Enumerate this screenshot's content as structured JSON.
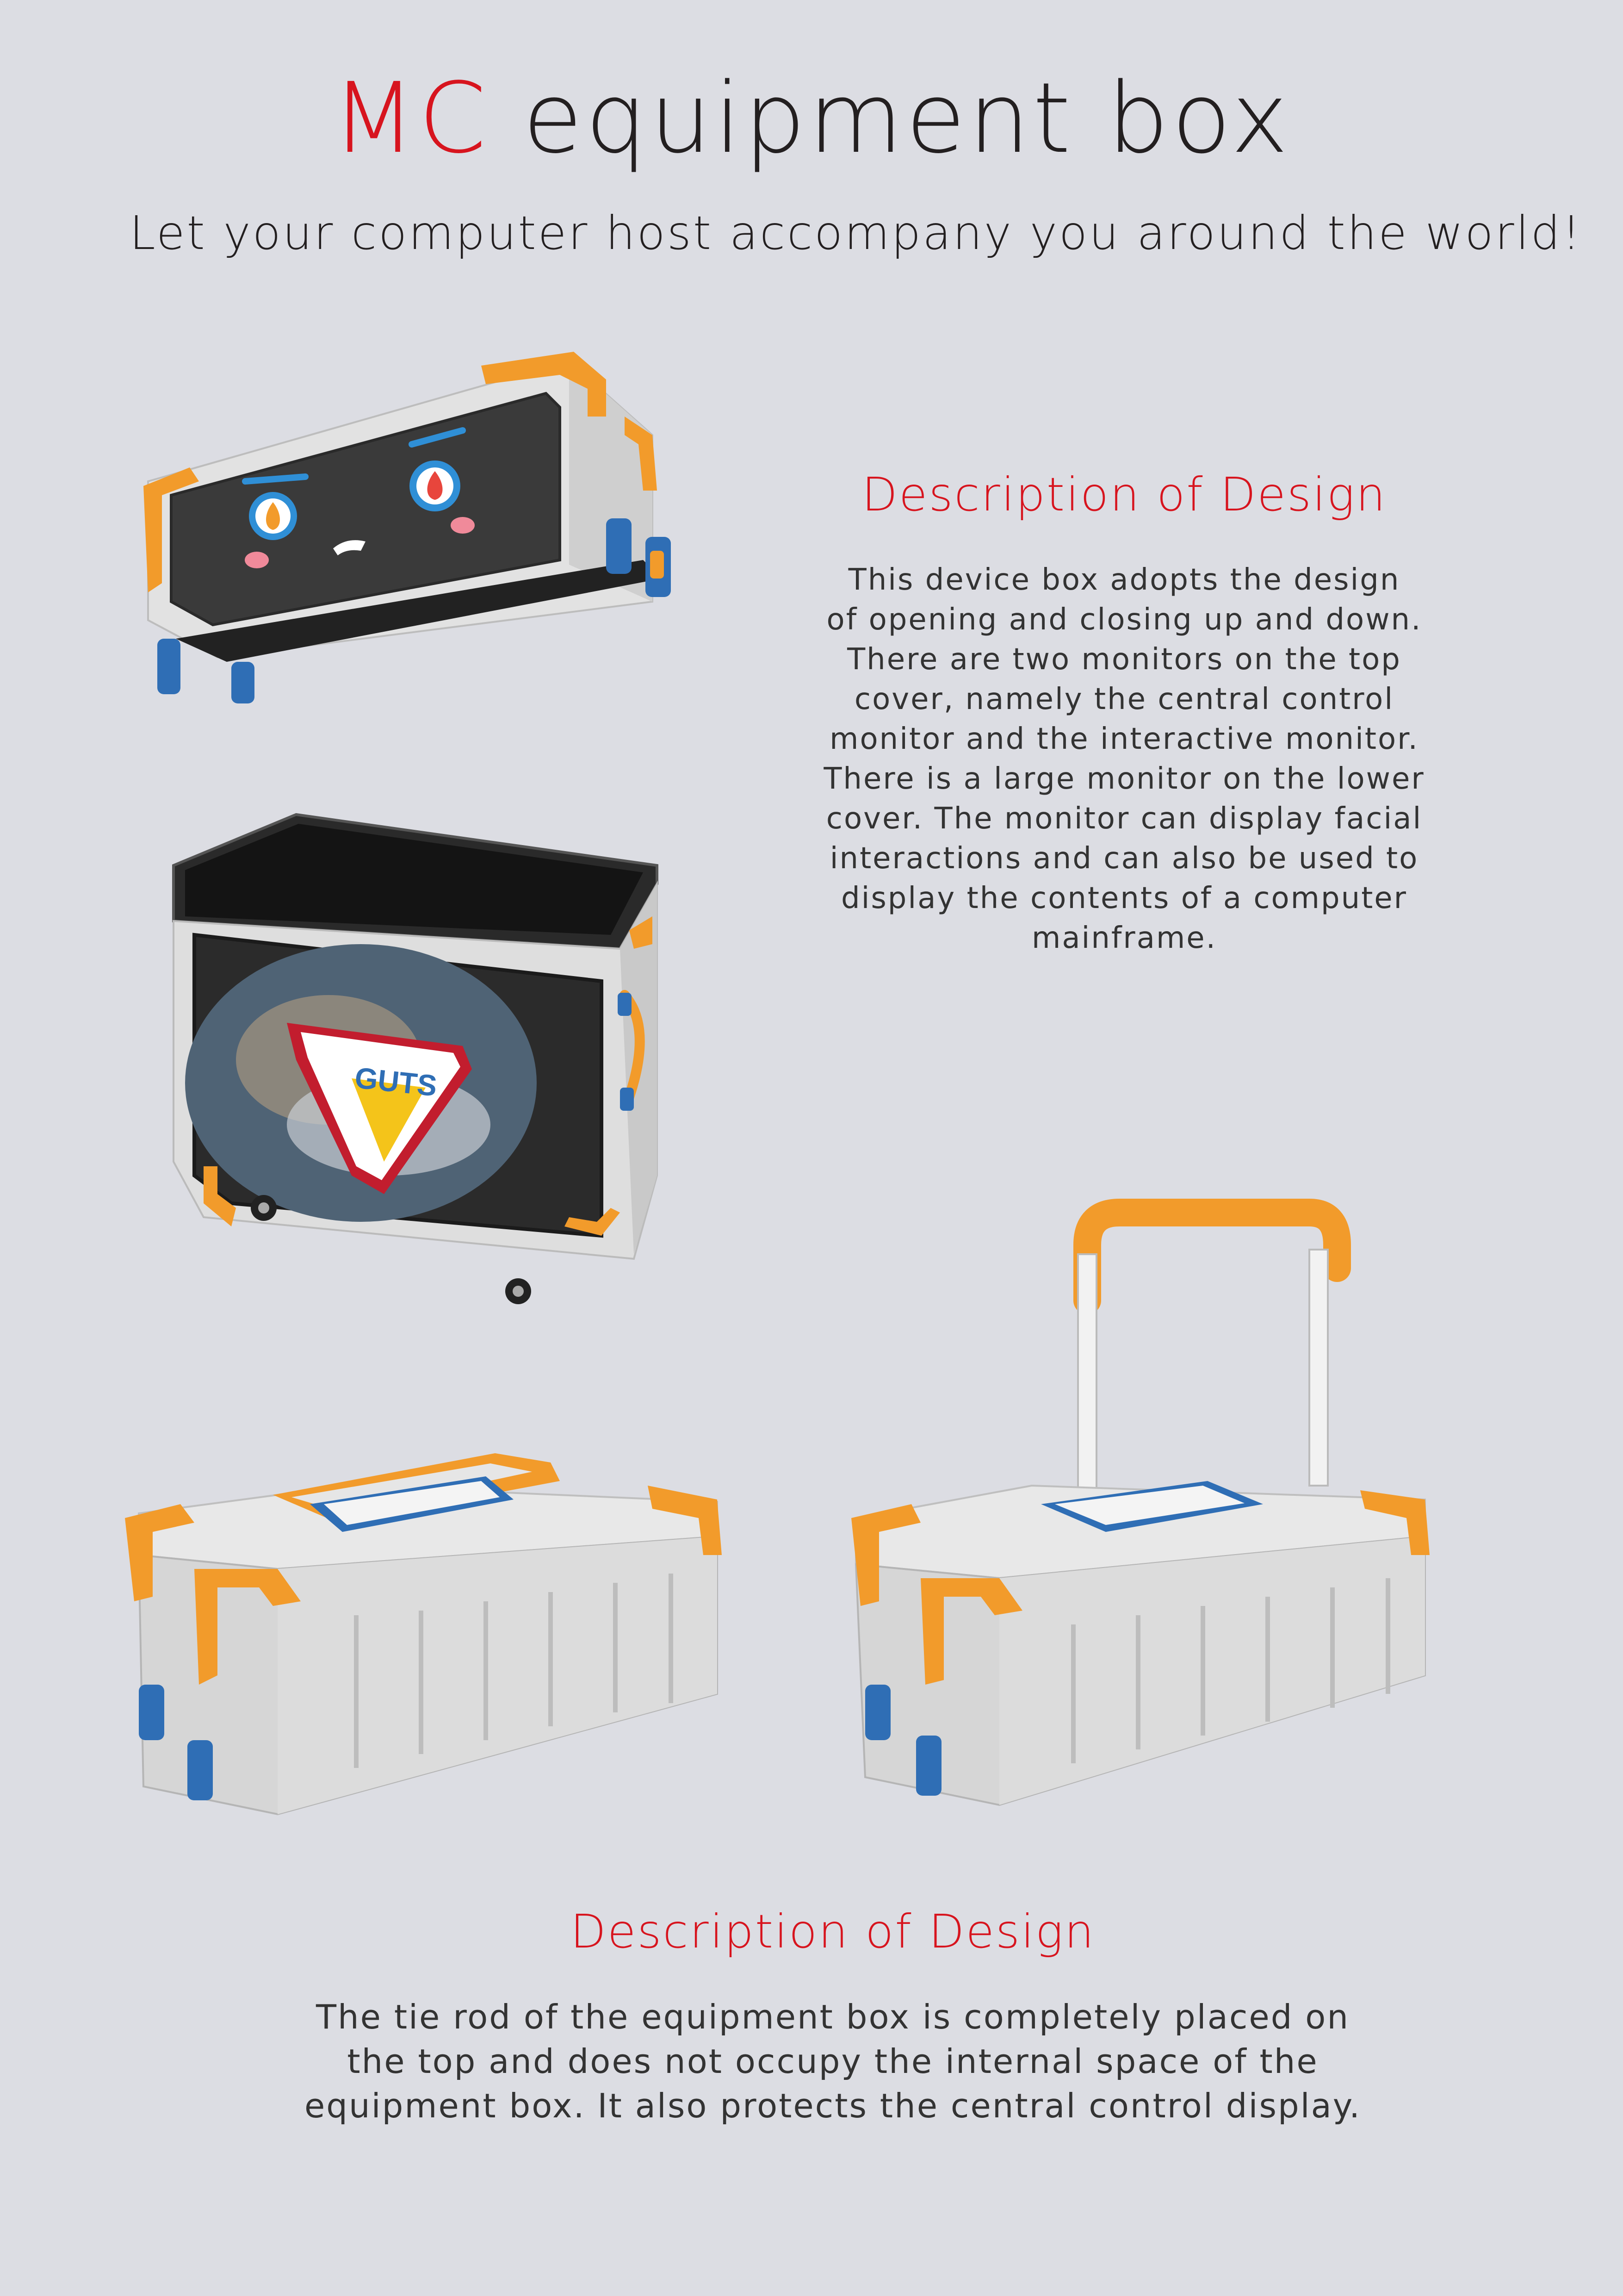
{
  "title": {
    "accent": "MC",
    "rest": " equipment box"
  },
  "subtitle": "Let your computer host accompany you around the world!",
  "section1": {
    "heading": "Description of Design",
    "lines": [
      "This device box adopts the design",
      "of opening and closing up and down.",
      "There are two monitors on the top",
      "cover, namely the central control",
      "monitor and the interactive monitor.",
      "There is a large monitor on the lower",
      "cover. The monitor can display facial",
      "interactions and can also be used to",
      "display the contents of a computer",
      "mainframe."
    ]
  },
  "section2": {
    "heading": "Description of Design",
    "lines": [
      "The tie rod of the equipment box is completely placed on",
      "the top and does not occupy the internal space of the",
      "equipment box. It also protects the central control display."
    ]
  },
  "logo_text": "GUTS",
  "colors": {
    "accent_red": "#d7141e",
    "background": "#dcdde3",
    "orange": "#f29b2b",
    "blue": "#2f6eb5",
    "shell": "#d9d9d9"
  }
}
